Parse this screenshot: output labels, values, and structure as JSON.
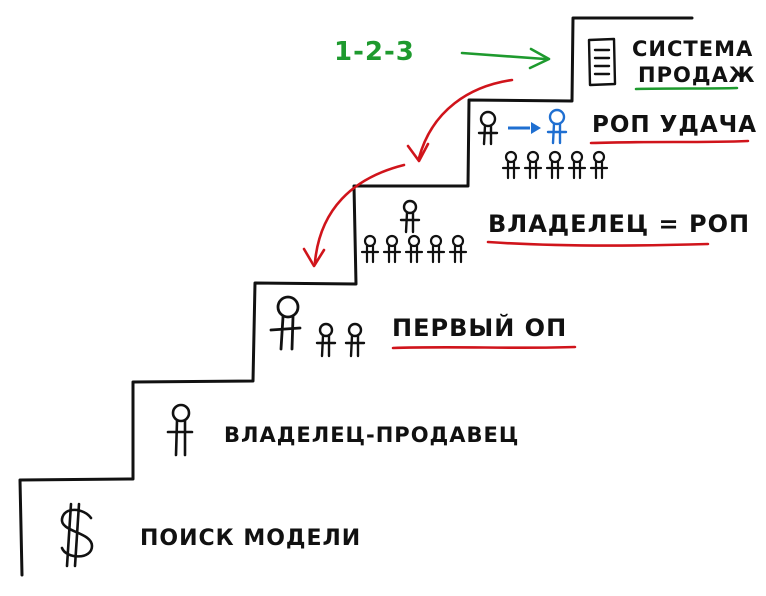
{
  "colors": {
    "ink": "#111111",
    "red": "#d0141b",
    "green": "#1e9a2e",
    "blue": "#1f6fd1"
  },
  "icons": {
    "dollar": "dollar-icon",
    "person": "person-icon",
    "document": "document-icon"
  },
  "steps": [
    {
      "id": "step-1",
      "label": "ПОИСК МОДЕЛИ",
      "underline": false
    },
    {
      "id": "step-2",
      "label": "ВЛАДЕЛЕЦ-ПРОДАВЕЦ",
      "underline": false
    },
    {
      "id": "step-3",
      "label": "ПЕРВЫЙ ОП",
      "underline": true
    },
    {
      "id": "step-4",
      "label": "ВЛАДЕЛЕЦ = РОП",
      "underline": true
    },
    {
      "id": "step-5",
      "label": "РОП УДАЧА",
      "underline": true
    },
    {
      "id": "step-6",
      "label_line1": "СИСТЕМА",
      "label_line2": "ПРОДАЖ",
      "underline": true
    }
  ],
  "process_label": "1-2-3"
}
